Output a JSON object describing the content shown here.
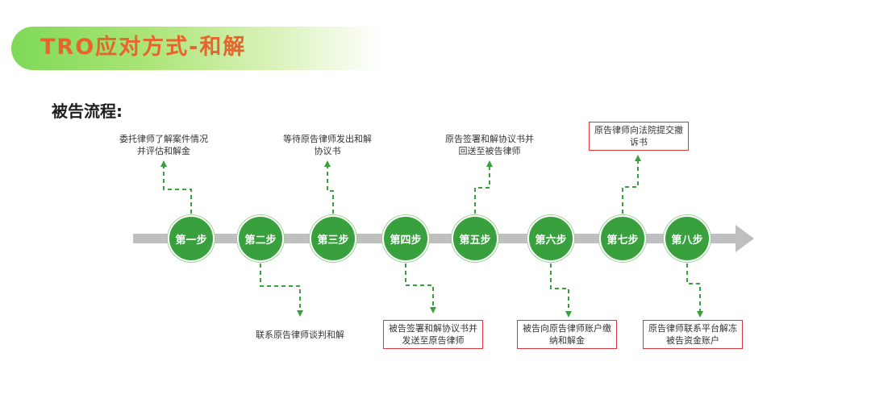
{
  "banner": {
    "title": "TRO应对方式-和解"
  },
  "section": {
    "title": "被告流程:"
  },
  "colors": {
    "accent_green": "#38a13e",
    "title_orange": "#e8642c",
    "highlight_border": "#d9363e",
    "arrow_gray": "#bfbfbf"
  },
  "steps": [
    {
      "label": "第一步",
      "text": "委托律师了解案件情况\n并评估和解金",
      "position": "above",
      "highlighted": false
    },
    {
      "label": "第二步",
      "text": "联系原告律师谈判和解",
      "position": "below",
      "highlighted": false
    },
    {
      "label": "第三步",
      "text": "等待原告律师发出和解\n协议书",
      "position": "above",
      "highlighted": false
    },
    {
      "label": "第四步",
      "text": "被告签署和解协议书并\n发送至原告律师",
      "position": "below",
      "highlighted": true
    },
    {
      "label": "第五步",
      "text": "原告签署和解协议书并\n回送至被告律师",
      "position": "above",
      "highlighted": false
    },
    {
      "label": "第六步",
      "text": "被告向原告律师账户缴\n纳和解金",
      "position": "below",
      "highlighted": true
    },
    {
      "label": "第七步",
      "text": "原告律师向法院提交撤\n诉书",
      "position": "above",
      "highlighted": true
    },
    {
      "label": "第八步",
      "text": "原告律师联系平台解冻\n被告资金账户",
      "position": "below",
      "highlighted": true
    }
  ]
}
